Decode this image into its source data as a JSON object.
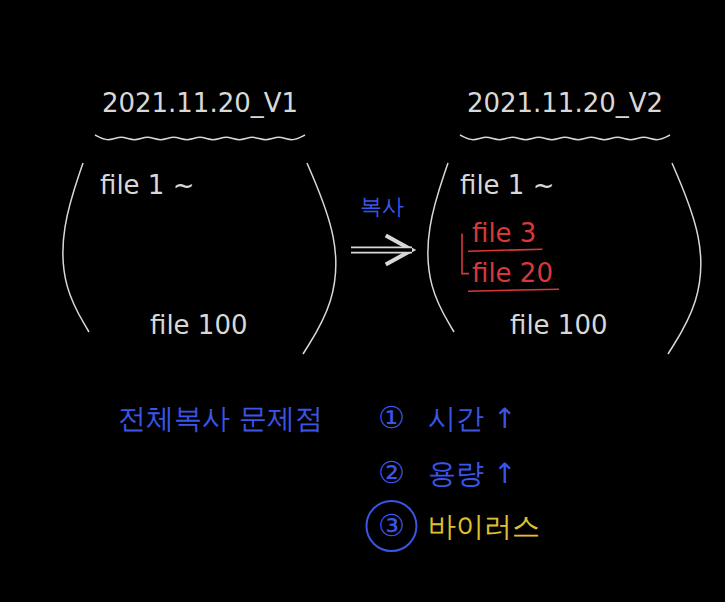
{
  "diagram": {
    "nodes": [
      {
        "text": [
          "2021.11.20_V1",
          "file 1 ~",
          "file 100"
        ]
      },
      {
        "text": [
          "2021.11.20_V2",
          "file 1 ~",
          "file 3",
          "file 20",
          "file 100"
        ]
      }
    ],
    "edges": [
      {
        "from": 0,
        "to": 1,
        "label": "복사",
        "arrow": "to"
      }
    ],
    "labels": [
      "전체복사 문제점",
      "①",
      "시간 ↑",
      "②",
      "용량 ↑",
      "③",
      "바이러스"
    ]
  }
}
